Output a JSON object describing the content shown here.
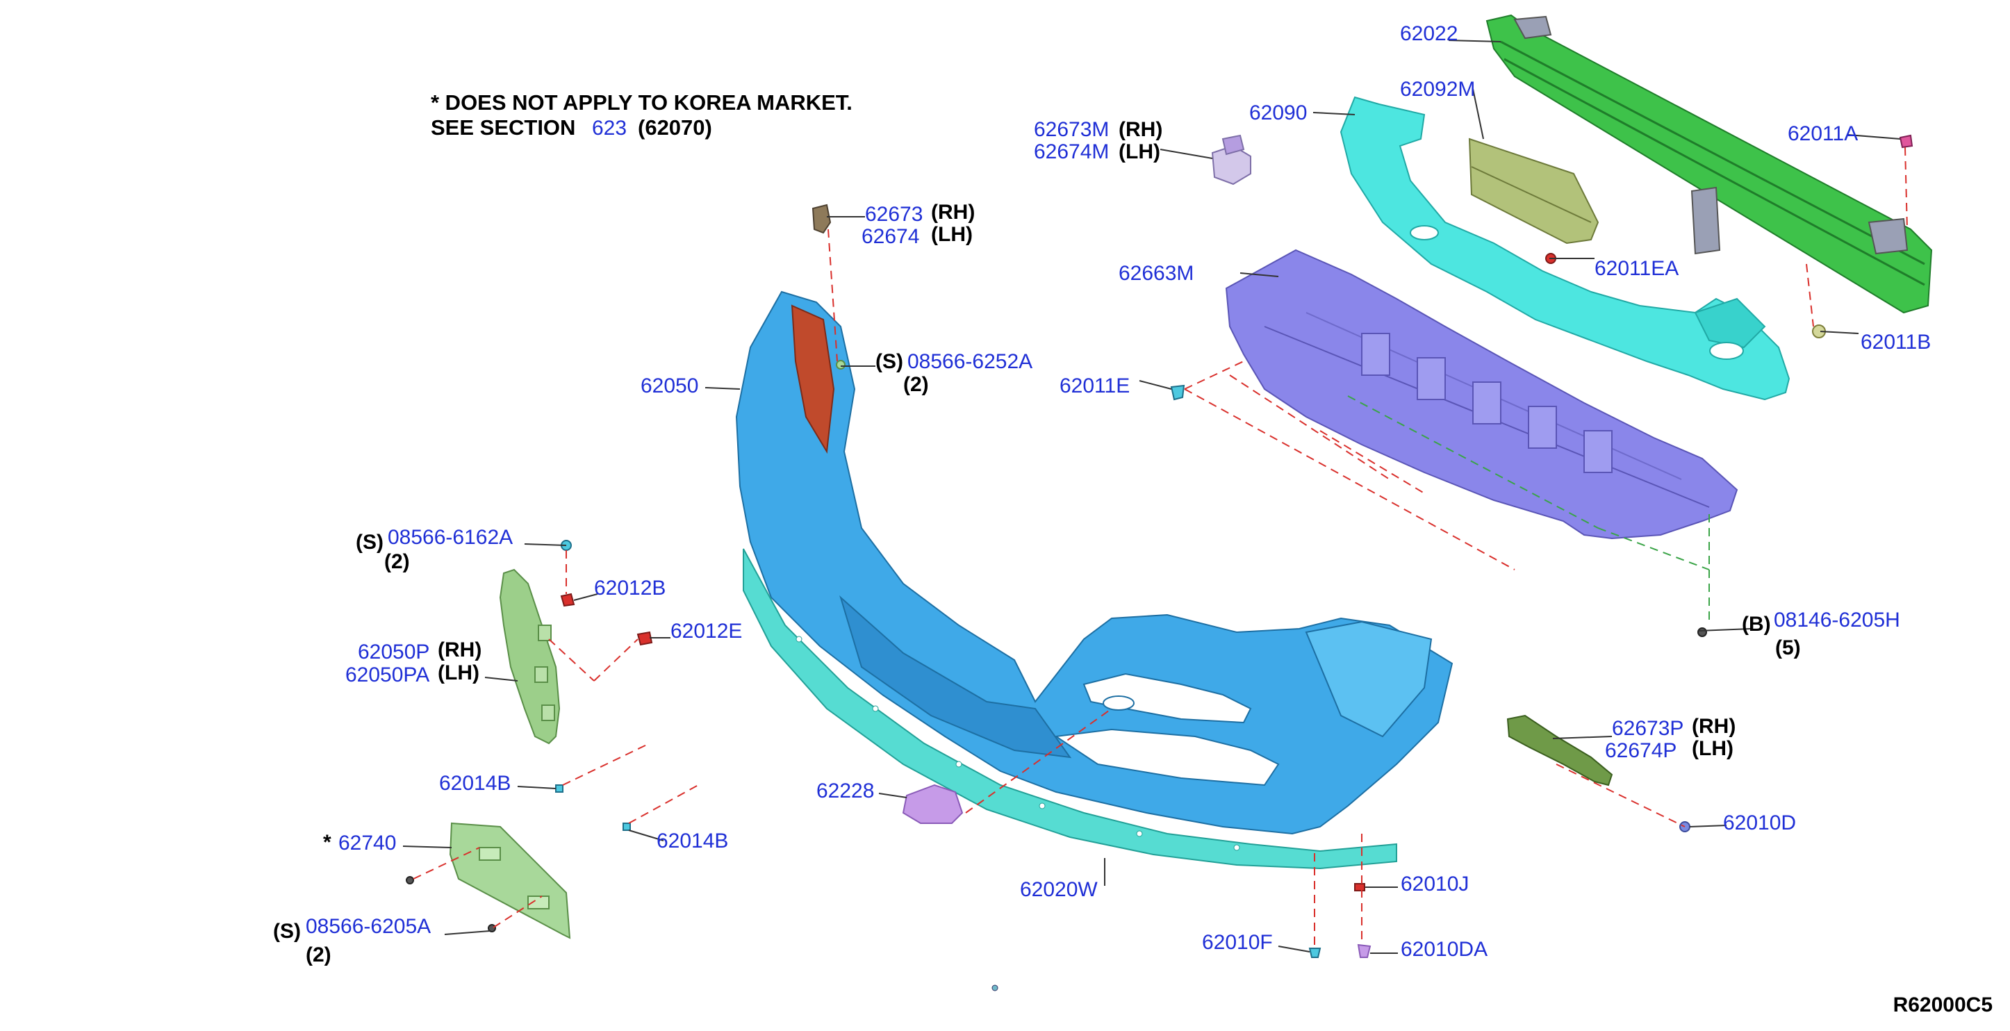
{
  "note": {
    "line1": "* DOES NOT APPLY TO KOREA MARKET.",
    "line2_prefix": "SEE SECTION",
    "section_link": "623",
    "section_ref": "(62070)"
  },
  "labels": {
    "p62022": "62022",
    "p62092M": "62092M",
    "p62011A": "62011A",
    "p62090": "62090",
    "p62673M": "62673M",
    "p62674M": "62674M",
    "rh_1": "(RH)",
    "lh_1": "(LH)",
    "p62663M": "62663M",
    "p62011EA": "62011EA",
    "p62011B": "62011B",
    "p62673": "62673",
    "p62674": "62674",
    "rh_2": "(RH)",
    "lh_2": "(LH)",
    "s_prefix_1": "(S)",
    "p08566_6252A": "08566-6252A",
    "qty_1": "(2)",
    "p62050": "62050",
    "p62011E": "62011E",
    "s_prefix_2": "(S)",
    "p08566_6162A": "08566-6162A",
    "qty_2": "(2)",
    "p62012B": "62012B",
    "p62012E": "62012E",
    "p62050P": "62050P",
    "p62050PA": "62050PA",
    "rh_3": "(RH)",
    "lh_3": "(LH)",
    "b_prefix": "(B)",
    "p08146_6205H": "08146-6205H",
    "qty_5": "(5)",
    "p62673P": "62673P",
    "p62674P": "62674P",
    "rh_4": "(RH)",
    "lh_4": "(LH)",
    "p62014B_1": "62014B",
    "p62014B_2": "62014B",
    "p62228": "62228",
    "p62010D": "62010D",
    "star": "*",
    "p62740": "62740",
    "p62020W": "62020W",
    "p62010J": "62010J",
    "s_prefix_3": "(S)",
    "p08566_6205A": "08566-6205A",
    "qty_3": "(2)",
    "p62010F": "62010F",
    "p62010DA": "62010DA",
    "figure_code": "R62000C5"
  },
  "colors": {
    "label_blue": "#1f2fd6",
    "bumper_blue": "#3fa9e8",
    "reinforcement_green": "#3ec24a",
    "absorber_cyan": "#4de6e0",
    "undercover_purple": "#8a86ea",
    "bracket_green": "#a8d89a",
    "grille_pink": "#c69be8",
    "clip_red": "#d9302c"
  }
}
